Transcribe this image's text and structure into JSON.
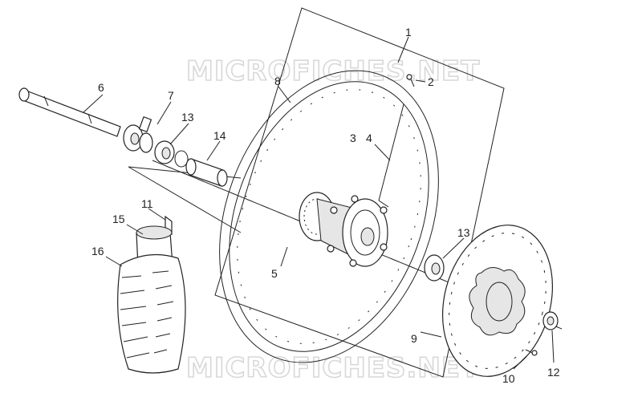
{
  "watermarks": [
    "MICROFICHES.NET",
    "MICROFICHES.NET"
  ],
  "labels": [
    "1",
    "2",
    "3",
    "4",
    "5",
    "6",
    "7",
    "8",
    "9",
    "10",
    "11",
    "12",
    "13",
    "13",
    "14",
    "15",
    "16"
  ]
}
